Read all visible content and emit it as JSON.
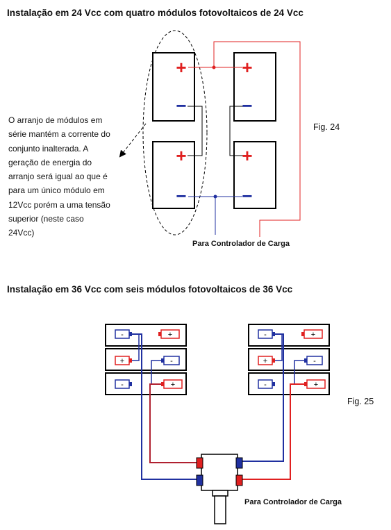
{
  "section1": {
    "title": "Instalação em 24 Vcc com quatro módulos fotovoltaicos de 24 Vcc",
    "note_lines": [
      "O arranjo de módulos em",
      "série mantém a corrente do",
      "conjunto inalterada. A",
      "geração de energia do",
      "arranjo será igual ao que é",
      "para um único módulo em",
      "12Vcc porém a uma tensão",
      "superior (neste caso",
      "24Vcc)"
    ],
    "figure_label": "Fig. 24",
    "controller_label": "Para Controlador de Carga",
    "plus": "+",
    "minus": "−"
  },
  "section2": {
    "title": "Instalação em 36 Vcc com seis módulos fotovoltaicos de 36 Vcc",
    "figure_label": "Fig. 25",
    "controller_label": "Para Controlador de Carga",
    "plus": "+",
    "minus": "-"
  },
  "colors": {
    "positive": "#e02020",
    "negative": "#2030a0"
  }
}
